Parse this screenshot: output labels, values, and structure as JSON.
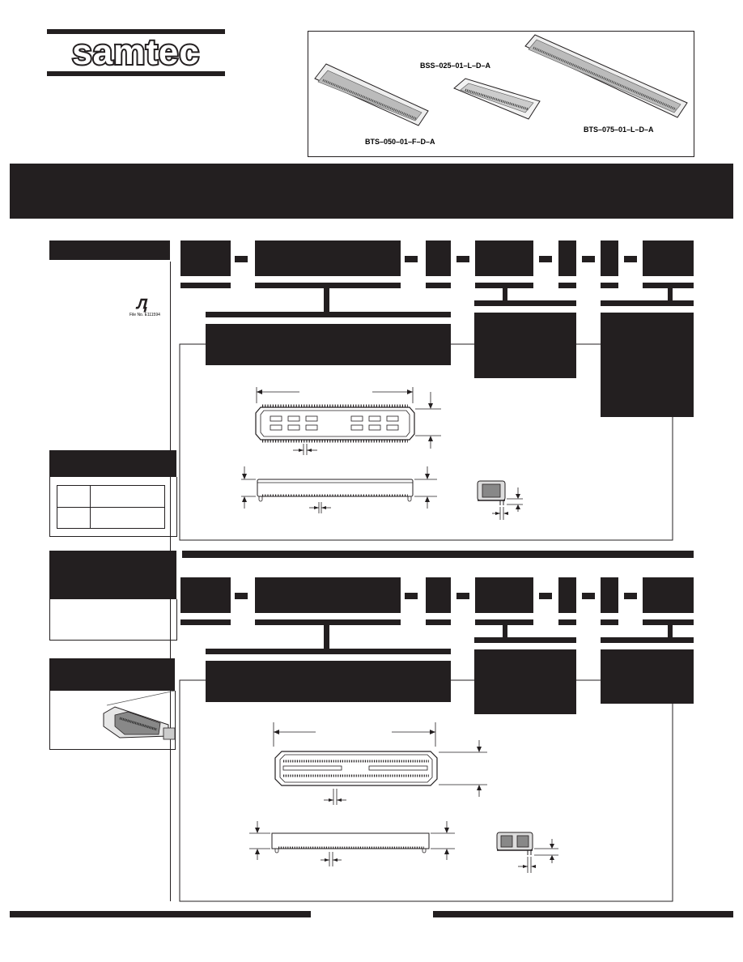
{
  "brand": {
    "name": "samtec",
    "logo_icon": "samtec-logo-icon"
  },
  "product_photo": {
    "labels": [
      {
        "text": "BSS–025–01–L–D–A"
      },
      {
        "text": "BTS–050–01–F–D–A"
      },
      {
        "text": "BTS–075–01–L–D–A"
      }
    ]
  },
  "certification": {
    "icon": "ul-recognized-icon",
    "file_no": "File No. E111594"
  },
  "colors": {
    "ink": "#231f20",
    "paper": "#ffffff"
  }
}
